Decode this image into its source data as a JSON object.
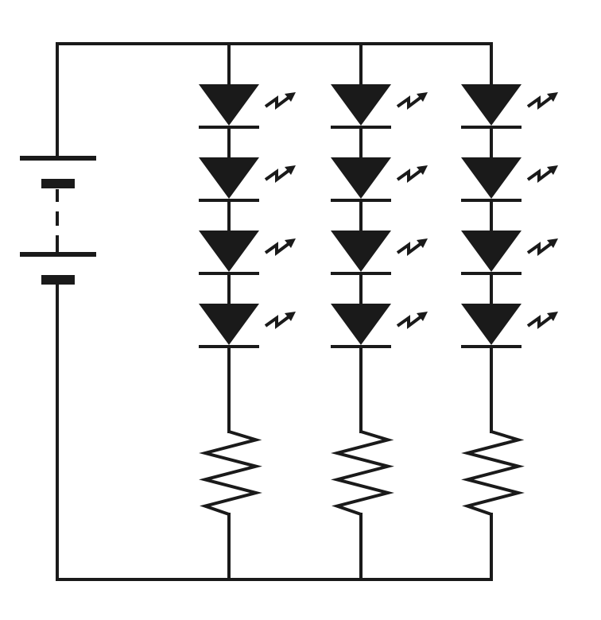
{
  "circuit": {
    "components": {
      "battery": {
        "cells": 2,
        "break_between_cells": true
      },
      "branches": [
        {
          "led_count": 4,
          "resistor_count": 1
        },
        {
          "led_count": 4,
          "resistor_count": 1
        },
        {
          "led_count": 4,
          "resistor_count": 1
        }
      ]
    },
    "colors": {
      "ink": "#1a1a1a",
      "background": "#ffffff"
    }
  }
}
